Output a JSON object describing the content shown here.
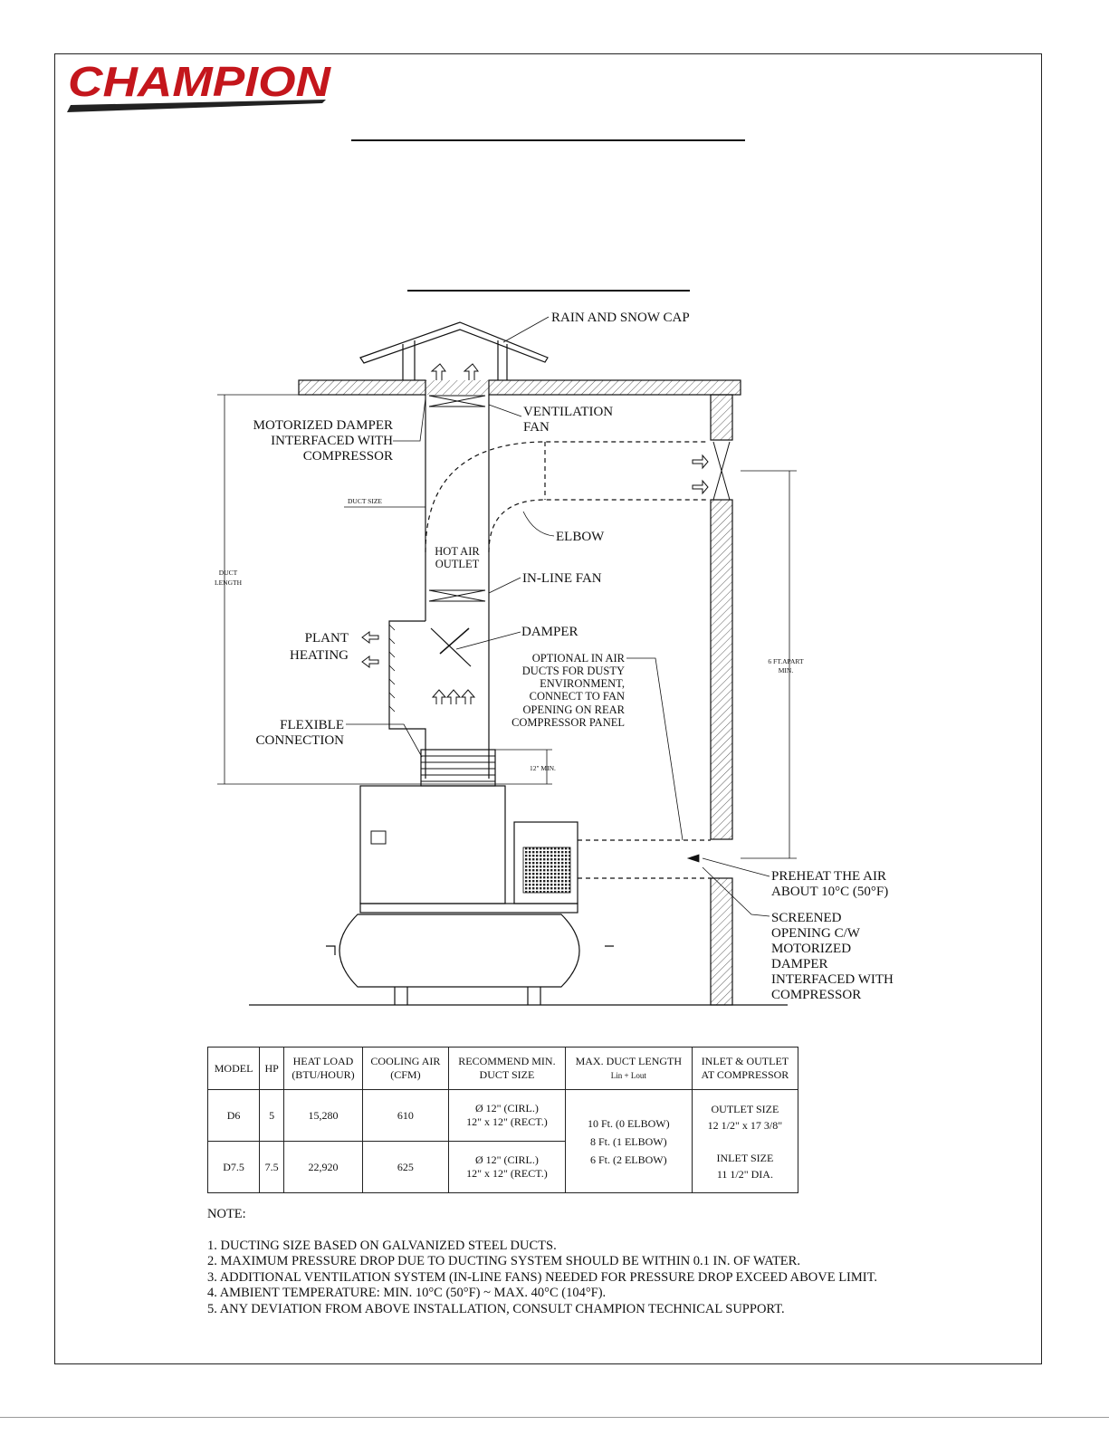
{
  "brand": {
    "name": "CHAMPION",
    "color": "#c4161c"
  },
  "labels": {
    "rain_cap": "RAIN AND SNOW CAP",
    "vent_fan_1": "VENTILATION",
    "vent_fan_2": "FAN",
    "motor_damper_1": "MOTORIZED DAMPER",
    "motor_damper_2": "INTERFACED WITH",
    "motor_damper_3": "COMPRESSOR",
    "duct_size": "DUCT SIZE",
    "duct_length_1": "DUCT",
    "duct_length_2": "LENGTH",
    "elbow": "ELBOW",
    "hot_air_1": "HOT AIR",
    "hot_air_2": "OUTLET",
    "inline_fan": "IN-LINE FAN",
    "plant_1": "PLANT",
    "plant_2": "HEATING",
    "damper": "DAMPER",
    "optional_1": "OPTIONAL IN AIR",
    "optional_2": "DUCTS FOR DUSTY",
    "optional_3": "ENVIRONMENT,",
    "optional_4": "CONNECT TO FAN",
    "optional_5": "OPENING ON REAR",
    "optional_6": "COMPRESSOR PANEL",
    "apart_1": "6 FT.APART",
    "apart_2": "MIN.",
    "flex_1": "FLEXIBLE",
    "flex_2": "CONNECTION",
    "min12": "12\" MIN.",
    "preheat_1": "PREHEAT THE AIR",
    "preheat_2": "ABOUT 10°C (50°F)",
    "screened_1": "SCREENED",
    "screened_2": "OPENING C/W",
    "screened_3": "MOTORIZED",
    "screened_4": "DAMPER",
    "screened_5": "INTERFACED WITH",
    "screened_6": "COMPRESSOR"
  },
  "table": {
    "headers": {
      "model": "MODEL",
      "hp": "HP",
      "heat_1": "HEAT LOAD",
      "heat_2": "(BTU/HOUR)",
      "cool_1": "COOLING AIR",
      "cool_2": "(CFM)",
      "rec_1": "RECOMMEND MIN.",
      "rec_2": "DUCT SIZE",
      "max_1": "MAX. DUCT LENGTH",
      "max_2": "Lin + Lout",
      "io_1": "INLET & OUTLET",
      "io_2": "AT COMPRESSOR"
    },
    "rows": [
      {
        "model": "D6",
        "hp": "5",
        "heat": "15,280",
        "cool": "610",
        "duct_1": "Ø 12\" (CIRL.)",
        "duct_2": "12\" x 12\" (RECT.)"
      },
      {
        "model": "D7.5",
        "hp": "7.5",
        "heat": "22,920",
        "cool": "625",
        "duct_1": "Ø 12\" (CIRL.)",
        "duct_2": "12\" x 12\" (RECT.)"
      }
    ],
    "max_length": [
      "10 Ft. (0 ELBOW)",
      "8 Ft. (1 ELBOW)",
      "6 Ft. (2 ELBOW)"
    ],
    "outlet_1": "OUTLET SIZE",
    "outlet_2": "12 1/2\" x 17 3/8\"",
    "inlet_1": "INLET SIZE",
    "inlet_2": "11 1/2\" DIA."
  },
  "notes": {
    "heading": "NOTE:",
    "items": [
      "1. DUCTING SIZE BASED ON GALVANIZED STEEL DUCTS.",
      "2. MAXIMUM PRESSURE DROP DUE TO DUCTING SYSTEM SHOULD BE WITHIN 0.1 IN. OF WATER.",
      "3. ADDITIONAL VENTILATION SYSTEM (IN-LINE FANS) NEEDED FOR PRESSURE DROP EXCEED ABOVE LIMIT.",
      "4. AMBIENT TEMPERATURE: MIN. 10°C (50°F) ~ MAX. 40°C (104°F).",
      "5. ANY DEVIATION FROM ABOVE INSTALLATION, CONSULT CHAMPION TECHNICAL SUPPORT."
    ]
  }
}
